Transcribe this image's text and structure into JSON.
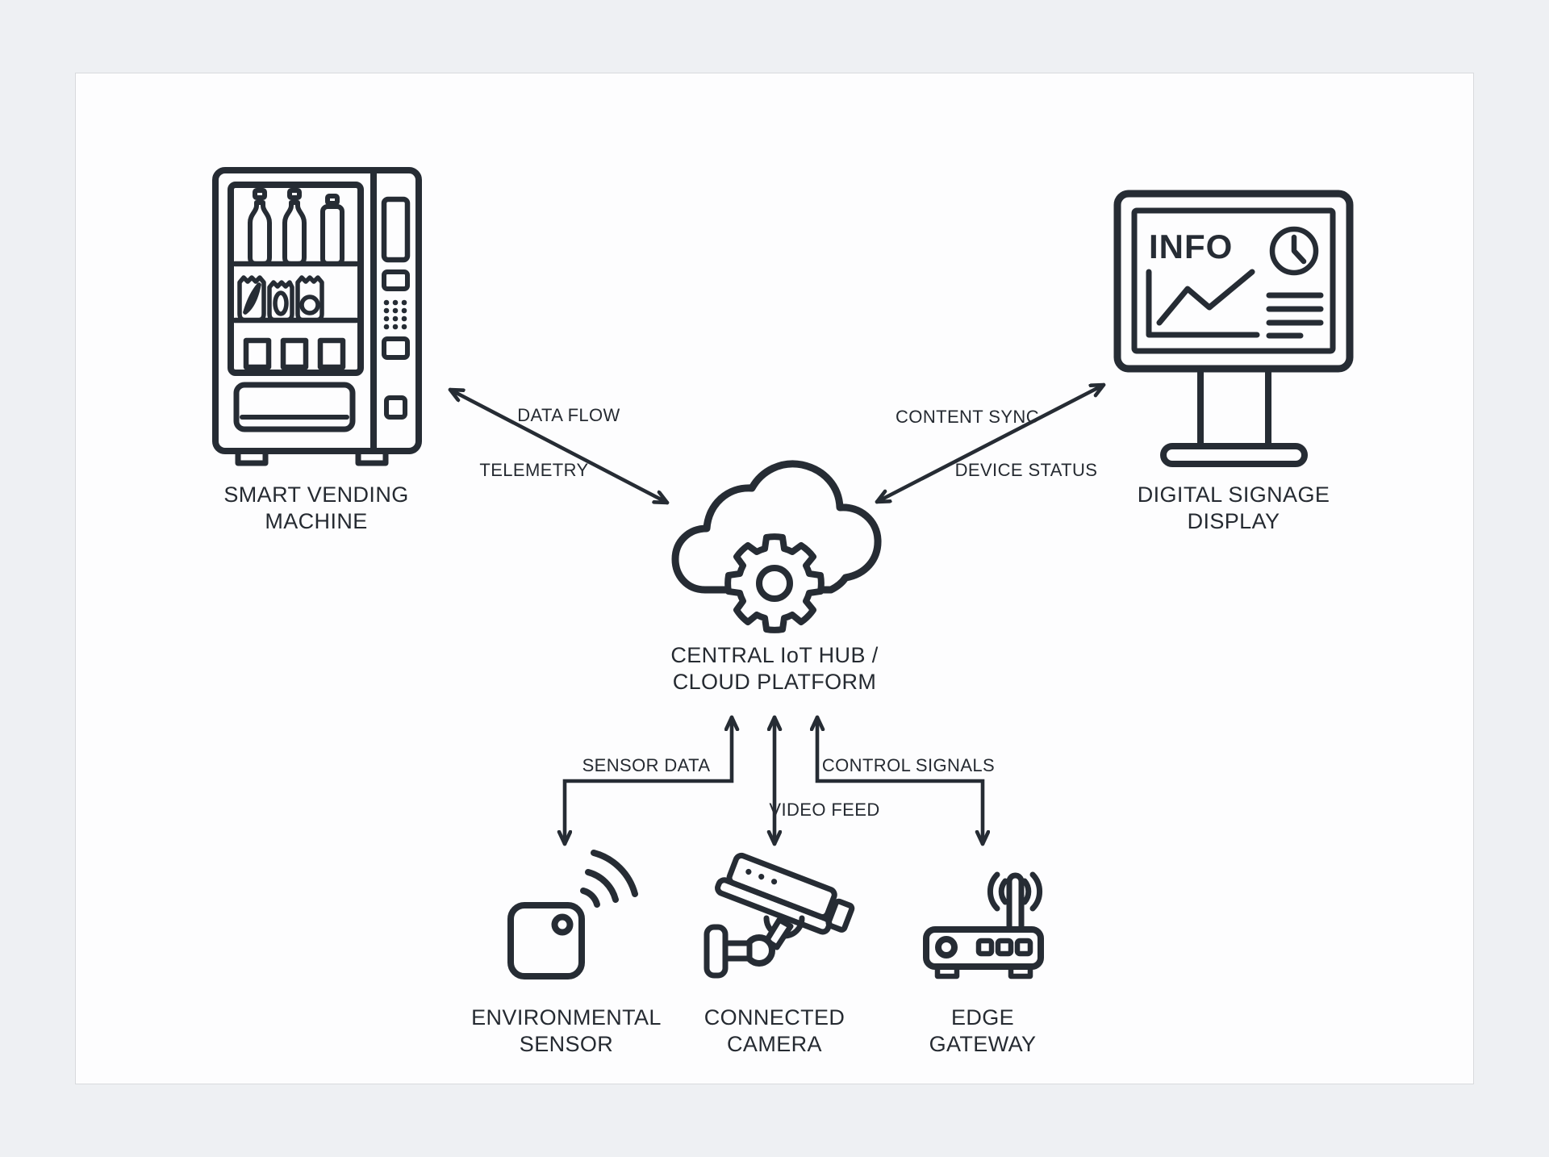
{
  "theme": {
    "background": "#eef0f3",
    "card_background": "#fdfdfe",
    "card_border": "#d8dadd",
    "line_color": "#262c34",
    "text_color": "#252a31"
  },
  "nodes": {
    "vending": {
      "label": "SMART VENDING\nMACHINE",
      "icon": "vending-machine-icon"
    },
    "signage": {
      "label": "DIGITAL SIGNAGE\nDISPLAY",
      "screen_text": "INFO",
      "icon": "digital-signage-icon"
    },
    "hub": {
      "label": "CENTRAL IoT HUB /\nCLOUD PLATFORM",
      "icon": "cloud-gear-icon"
    },
    "sensor": {
      "label": "ENVIRONMENTAL\nSENSOR",
      "icon": "environmental-sensor-icon"
    },
    "camera": {
      "label": "CONNECTED\nCAMERA",
      "icon": "security-camera-icon"
    },
    "gateway": {
      "label": "EDGE\nGATEWAY",
      "icon": "router-gateway-icon"
    }
  },
  "edges": {
    "vending_hub": {
      "labels": [
        "DATA FLOW",
        "TELEMETRY"
      ],
      "direction": "bidirectional"
    },
    "signage_hub": {
      "labels": [
        "CONTENT SYNC",
        "DEVICE STATUS"
      ],
      "direction": "bidirectional"
    },
    "sensor_hub": {
      "label": "SENSOR DATA",
      "direction": "sensor-to-hub-and-hub-to-sensor"
    },
    "camera_hub": {
      "label": "VIDEO FEED",
      "direction": "bidirectional"
    },
    "gateway_hub": {
      "label": "CONTROL SIGNALS",
      "direction": "hub-to-gateway"
    }
  }
}
